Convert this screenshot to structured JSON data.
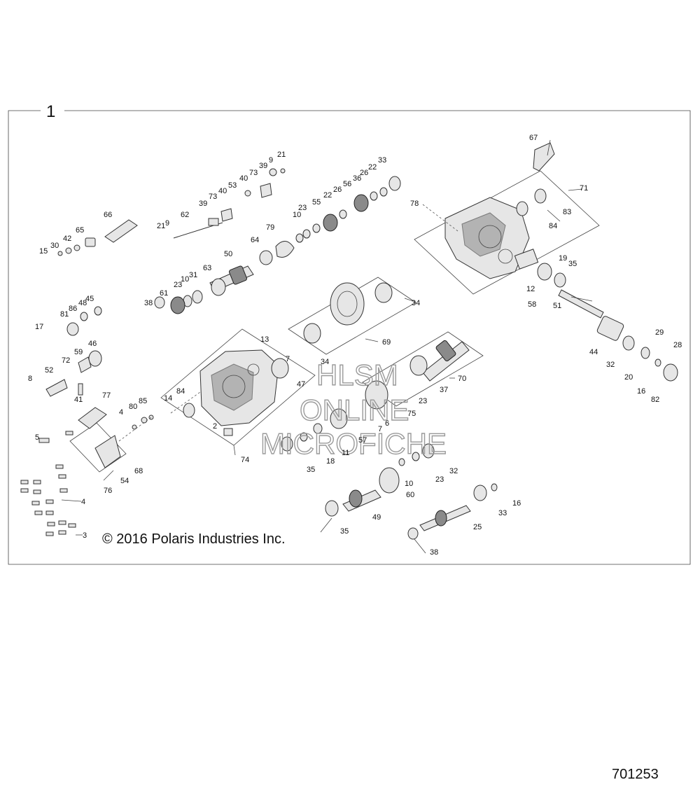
{
  "frame_number": "1",
  "copyright": "© 2016 Polaris Industries Inc.",
  "diagram_id": "701253",
  "watermark": [
    "HLSM",
    "ONLINE",
    "MICROFICHE"
  ],
  "callouts": [
    "1",
    "2",
    "3",
    "4",
    "5",
    "6",
    "7",
    "8",
    "9",
    "10",
    "11",
    "12",
    "13",
    "14",
    "15",
    "16",
    "17",
    "18",
    "19",
    "20",
    "21",
    "22",
    "23",
    "25",
    "26",
    "28",
    "29",
    "30",
    "31",
    "32",
    "33",
    "34",
    "35",
    "36",
    "37",
    "38",
    "39",
    "40",
    "41",
    "42",
    "44",
    "45",
    "46",
    "47",
    "48",
    "49",
    "50",
    "51",
    "52",
    "53",
    "54",
    "55",
    "56",
    "57",
    "58",
    "59",
    "60",
    "61",
    "62",
    "63",
    "64",
    "65",
    "66",
    "67",
    "68",
    "69",
    "70",
    "71",
    "72",
    "73",
    "74",
    "75",
    "76",
    "77",
    "78",
    "79",
    "80",
    "81",
    "82",
    "83",
    "84",
    "85",
    "86"
  ]
}
